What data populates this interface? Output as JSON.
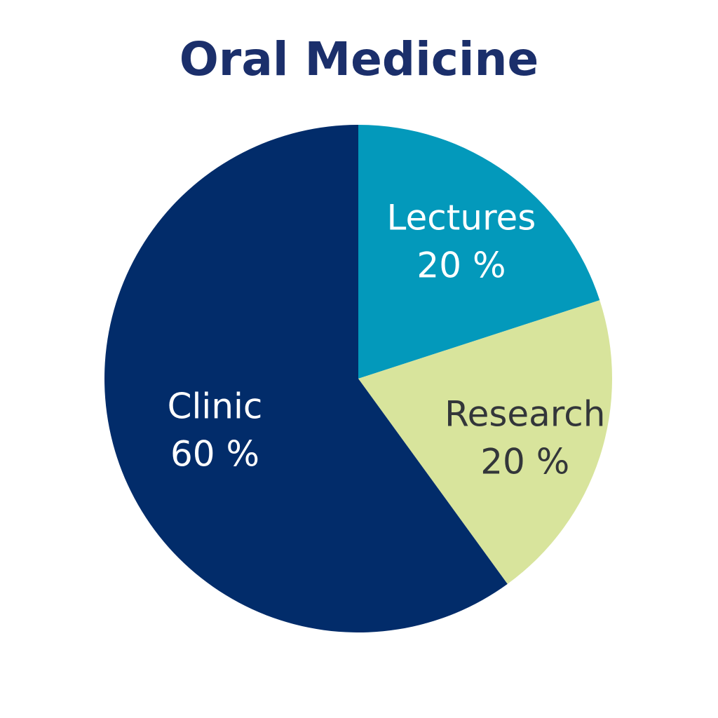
{
  "chart_data": {
    "type": "pie",
    "title": "Oral Medicine",
    "slices": [
      {
        "label": "Lectures",
        "value": 20,
        "value_label": "20 %",
        "color": "#0399bb",
        "text_color": "#ffffff"
      },
      {
        "label": "Research",
        "value": 20,
        "value_label": "20 %",
        "color": "#d8e49c",
        "text_color": "#33363a"
      },
      {
        "label": "Clinic",
        "value": 60,
        "value_label": "60 %",
        "color": "#022c6a",
        "text_color": "#ffffff"
      }
    ],
    "start_angle_deg": 0,
    "direction": "clockwise",
    "legend": "none"
  }
}
